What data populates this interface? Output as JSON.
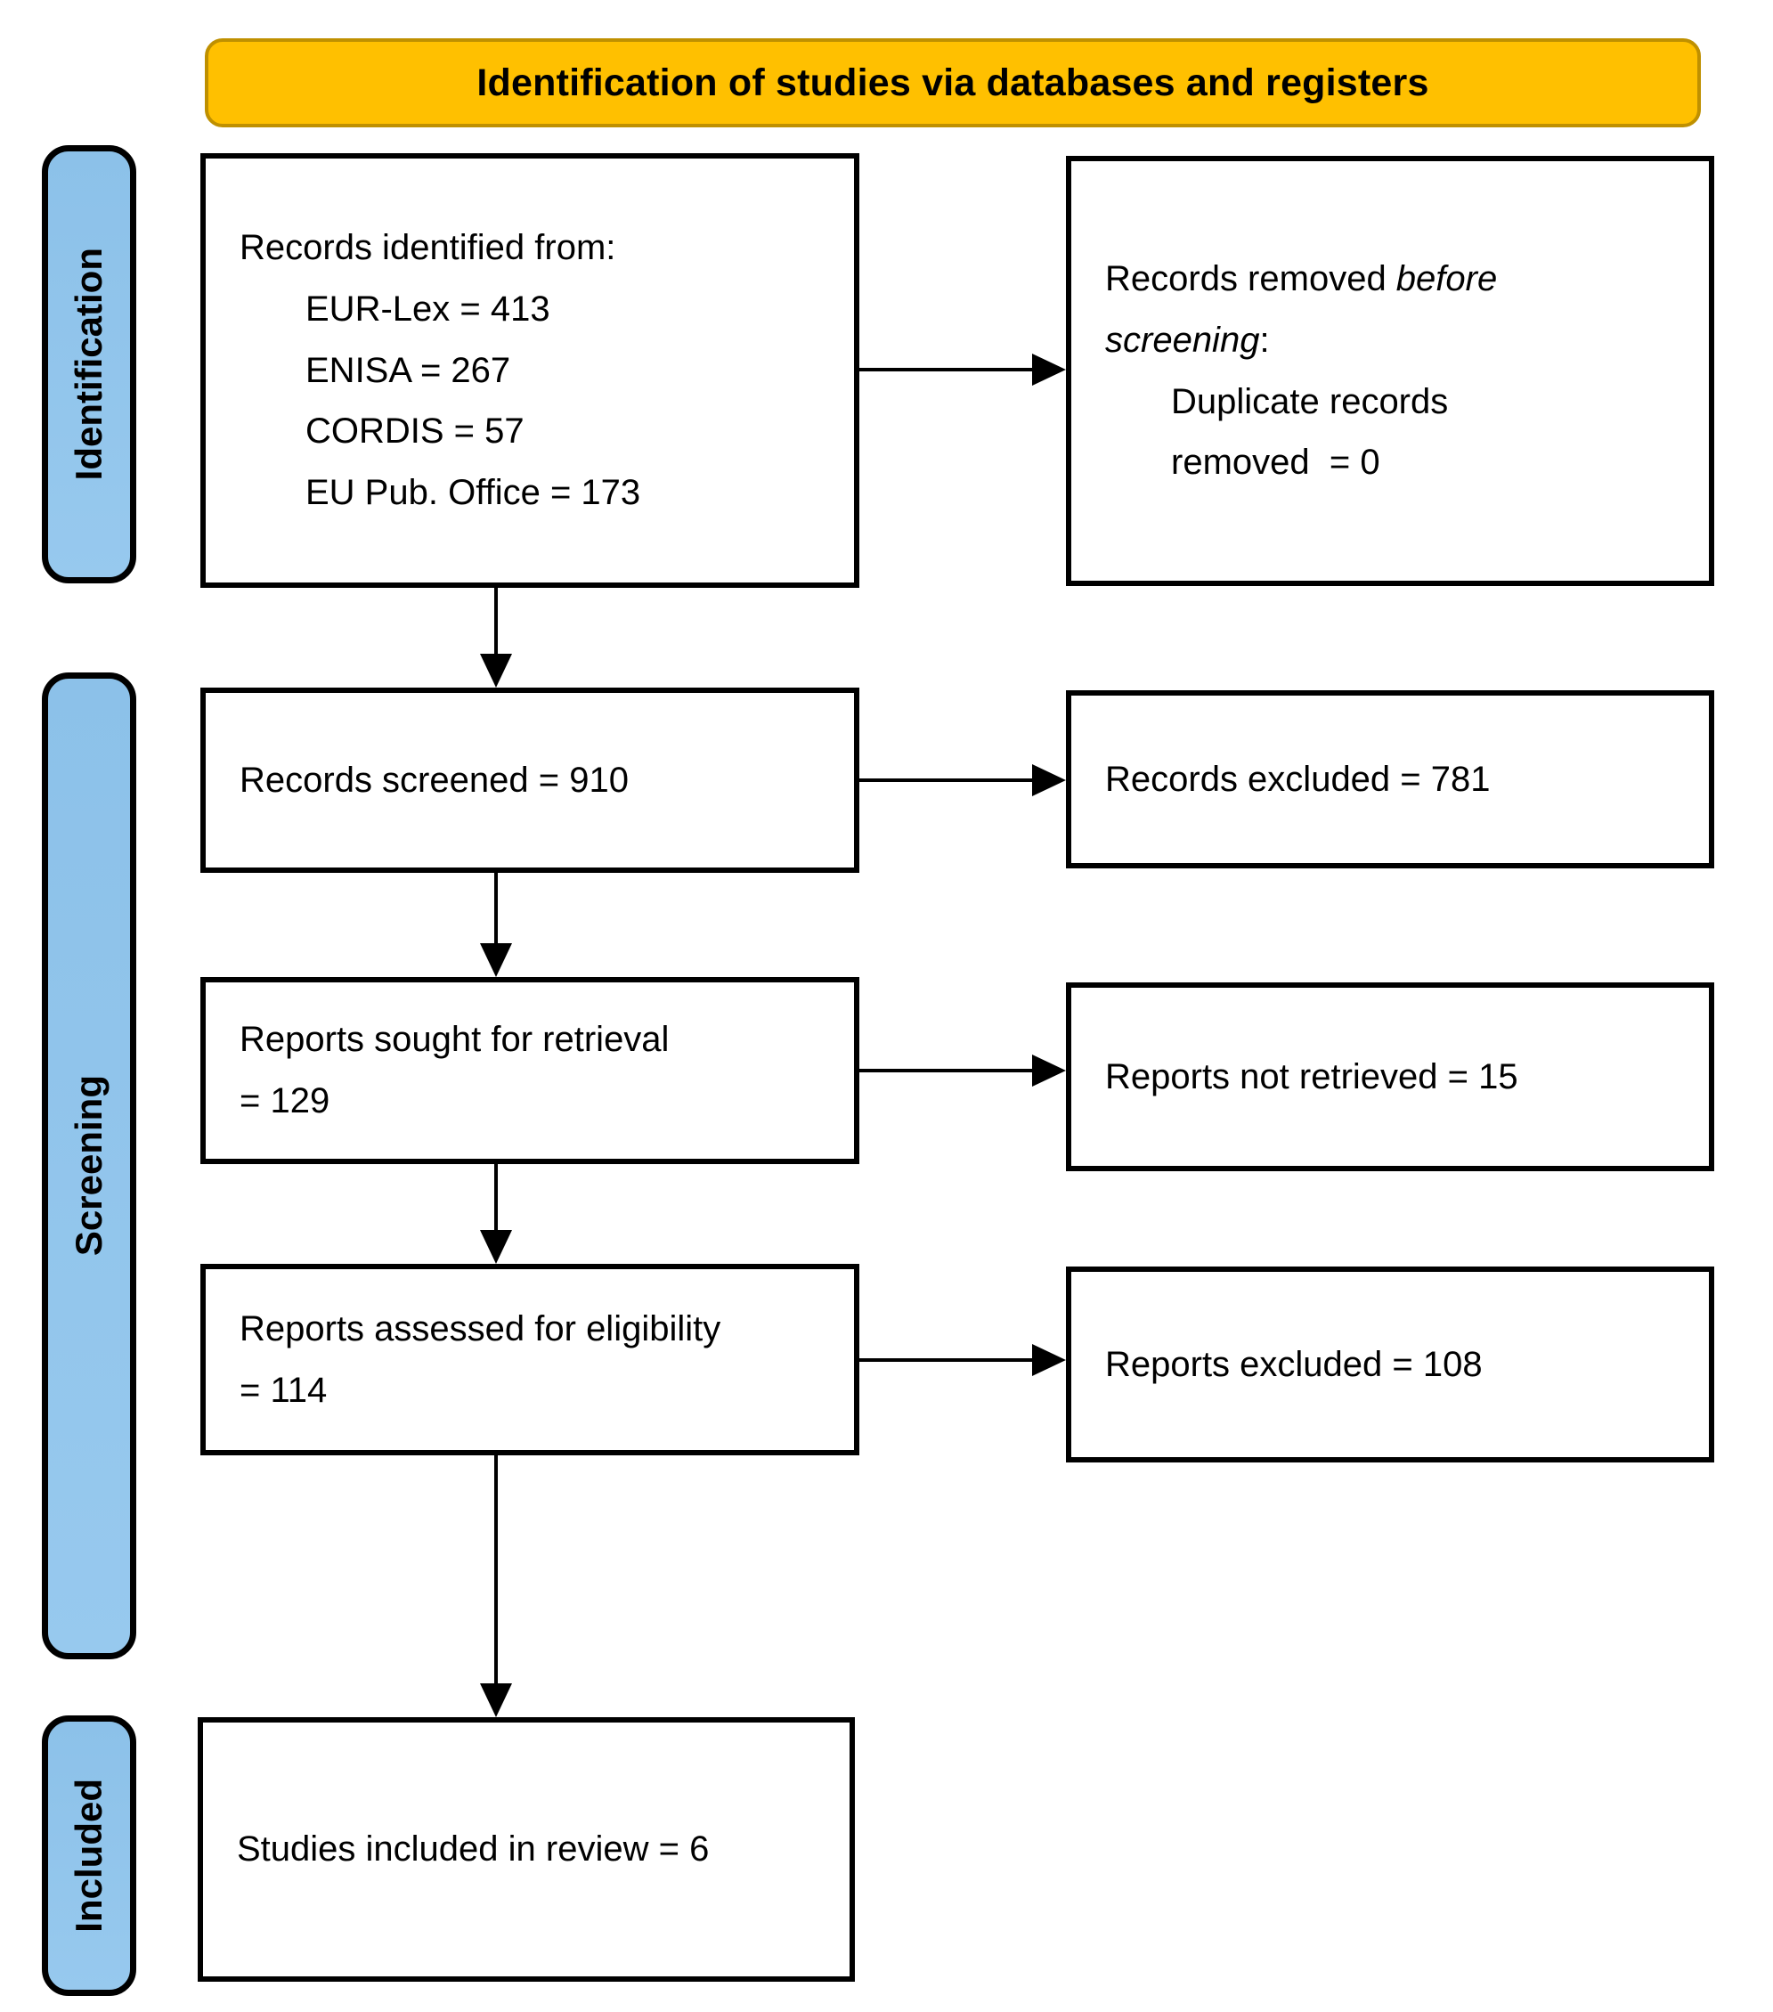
{
  "title": {
    "label": "Identification of studies via databases and registers"
  },
  "stages": {
    "identification": "Identification",
    "screening": "Screening",
    "included": "Included"
  },
  "boxes": {
    "records_identified": {
      "heading": "Records identified from:",
      "items": [
        "EUR-Lex = 413",
        "ENISA = 267",
        "CORDIS = 57",
        "EU Pub. Office = 173"
      ]
    },
    "records_removed": {
      "prefix": "Records removed ",
      "italic": "before screening",
      "suffix": ":",
      "lines": [
        "Duplicate records",
        "removed  = 0"
      ]
    },
    "records_screened": {
      "label": "Records screened = 910"
    },
    "records_excluded": {
      "label": "Records excluded = 781"
    },
    "reports_sought": {
      "lines": [
        "Reports sought for retrieval",
        "= 129"
      ]
    },
    "reports_not_retrieved": {
      "label": "Reports not retrieved = 15"
    },
    "reports_assessed": {
      "lines": [
        "Reports assessed for eligibility",
        "= 114"
      ]
    },
    "reports_excluded": {
      "label": "Reports excluded = 108"
    },
    "studies_included": {
      "label": "Studies included in review = 6"
    }
  },
  "colors": {
    "title_bg": "#FFC000",
    "title_border": "#BF9000",
    "stage_bg": "#8CC1E9",
    "box_border": "#000000",
    "arrow": "#000000"
  }
}
